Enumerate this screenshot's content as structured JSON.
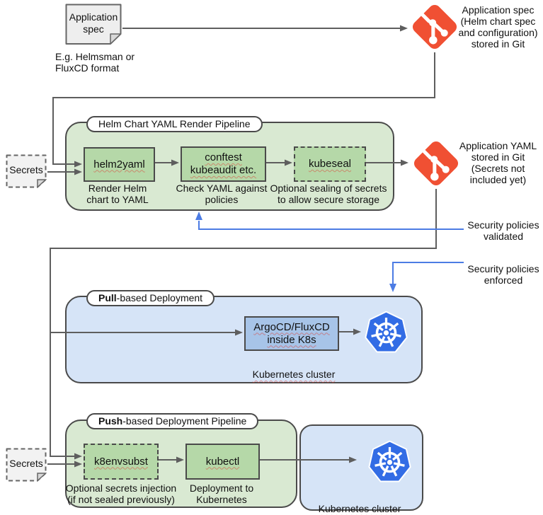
{
  "colors": {
    "git-orange": "#f05033",
    "k8s-blue": "#326ce5",
    "green-container": "#d9e9d2",
    "green-box": "#b5d8a8",
    "blue-container": "#d6e4f7",
    "blue-box": "#a7c4e8",
    "note-fill": "#eeeeee",
    "note-fold": "#d8d8d8",
    "border-dark": "#4a4a4a",
    "connector": "#5e5e5e",
    "blue-arrow": "#4c7ce4"
  },
  "icons": {
    "git": "git-icon",
    "kubernetes": "kubernetes-icon"
  },
  "app_spec": {
    "label": "Application\nspec",
    "caption": "E.g. Helmsman or\nFluxCD format"
  },
  "git_top": {
    "caption": "Application spec\n(Helm chart spec\nand configuration)\nstored in Git"
  },
  "git_mid": {
    "caption": "Application YAML\nstored in Git\n(Secrets not\nincluded yet)"
  },
  "annotations": {
    "validated": "Security policies\nvalidated",
    "enforced": "Security policies\nenforced"
  },
  "secrets_top": {
    "label": "Secrets"
  },
  "secrets_bottom": {
    "label": "Secrets"
  },
  "render_pipeline": {
    "title": "Helm Chart YAML Render Pipeline",
    "steps": [
      {
        "label": "helm2yaml",
        "caption": "Render Helm\nchart to YAML"
      },
      {
        "label": "conftest\nkubeaudit etc.",
        "caption": "Check YAML against\npolicies"
      },
      {
        "label": "kubeseal",
        "caption": "Optional sealing of secrets\nto allow secure storage"
      }
    ]
  },
  "pull_deployment": {
    "title_bold": "Pull",
    "title_rest": "-based Deployment",
    "box_label": "ArgoCD/FluxCD\ninside K8s",
    "cluster_label": "Kubernetes cluster"
  },
  "push_pipeline": {
    "title_bold": "Push",
    "title_rest": "-based Deployment Pipeline",
    "steps": [
      {
        "label": "k8envsubst",
        "caption": "Optional secrets injection\n(if not sealed previously)"
      },
      {
        "label": "kubectl",
        "caption": "Deployment to\nKubernetes"
      }
    ]
  },
  "cluster_bottom": {
    "label": "Kubernetes cluster"
  }
}
